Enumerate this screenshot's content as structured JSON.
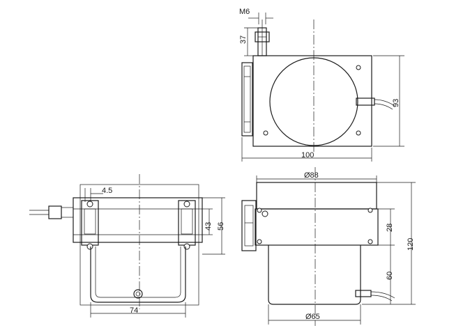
{
  "top_view": {
    "thread_label": "M6",
    "connector_height": "37",
    "height": "93",
    "width": "100"
  },
  "side_view": {
    "thickness": "4.5",
    "slot_height": "43",
    "bracket_height": "56",
    "base_width": "74"
  },
  "front_view": {
    "top_diameter": "Ø88",
    "total_height": "120",
    "flange_height": "28",
    "drum_height": "60",
    "drum_diameter": "Ø65"
  }
}
